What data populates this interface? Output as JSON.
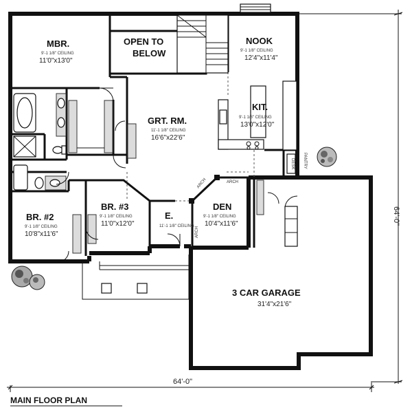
{
  "plan_title": "MAIN FLOOR PLAN",
  "overall_width": "64'-0\"",
  "overall_depth": "64'-0\"",
  "ceiling_note": "9'-1 1/8\" CEILING",
  "ceiling_note_great": "11'-1 1/8\" CEILING",
  "ceiling_note_entry": "11'-1 1/8\" CEILING",
  "rooms": {
    "mbr": {
      "name": "MBR.",
      "size": "11'0\"x13'0\""
    },
    "open": {
      "line1": "OPEN TO",
      "line2": "BELOW"
    },
    "nook": {
      "name": "NOOK",
      "size": "12'4\"x11'4\""
    },
    "kit": {
      "name": "KIT.",
      "size": "13'0\"x12'0\""
    },
    "grt": {
      "name": "GRT. RM.",
      "size": "16'6\"x22'6\""
    },
    "br2": {
      "name": "BR. #2",
      "size": "10'8\"x11'6\""
    },
    "br3": {
      "name": "BR. #3",
      "size": "11'0\"x12'0\""
    },
    "entry": {
      "name": "E."
    },
    "den": {
      "name": "DEN",
      "size": "10'4\"x11'6\""
    },
    "garage": {
      "name": "3 CAR GARAGE",
      "size": "31'4\"x21'6\""
    }
  },
  "tags": {
    "desk": "DESK",
    "pantry": "PANTRY",
    "arch": "ARCH",
    "arch2": "ARCH",
    "arch3": "ARCH"
  }
}
